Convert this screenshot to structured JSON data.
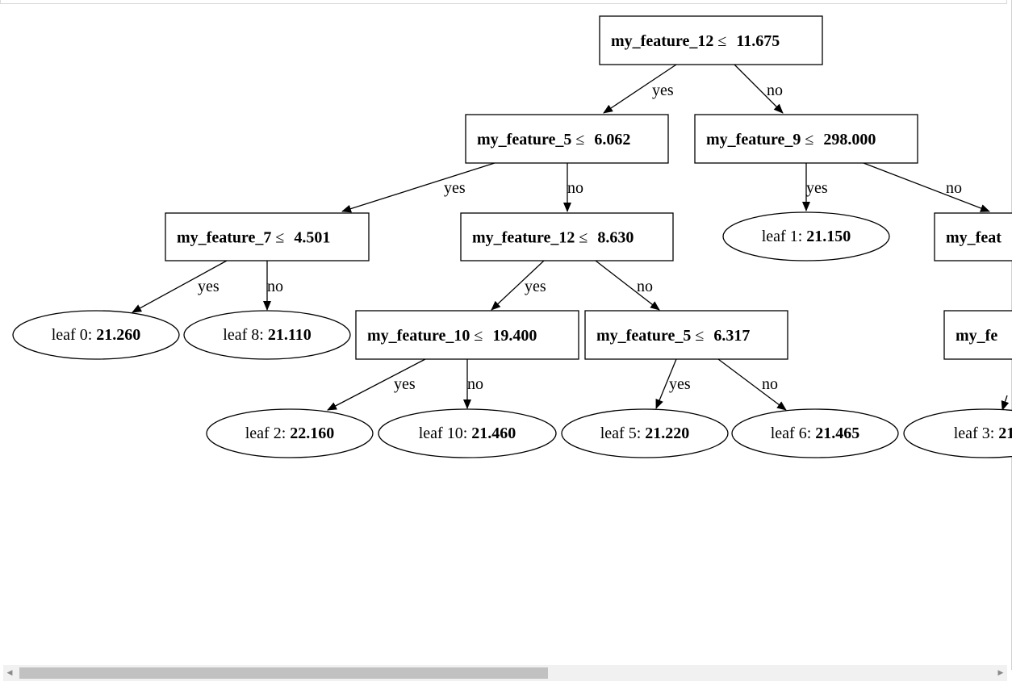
{
  "tree": {
    "nodes": [
      {
        "id": "n0",
        "kind": "split",
        "feature": "my_feature_12",
        "op": "≤",
        "threshold": "11.675"
      },
      {
        "id": "n1",
        "kind": "split",
        "feature": "my_feature_5",
        "op": "≤",
        "threshold": "6.062"
      },
      {
        "id": "n2",
        "kind": "split",
        "feature": "my_feature_9",
        "op": "≤",
        "threshold": "298.000"
      },
      {
        "id": "n3",
        "kind": "split",
        "feature": "my_feature_7",
        "op": "≤",
        "threshold": "4.501"
      },
      {
        "id": "n4",
        "kind": "split",
        "feature": "my_feature_12",
        "op": "≤",
        "threshold": "8.630"
      },
      {
        "id": "n5",
        "kind": "split",
        "feature": "my_feature_10",
        "op": "≤",
        "threshold": "19.400"
      },
      {
        "id": "n6",
        "kind": "split",
        "feature": "my_feature_5",
        "op": "≤",
        "threshold": "6.317"
      },
      {
        "id": "n7",
        "kind": "split",
        "feature": "my_feat",
        "op": "",
        "threshold": ""
      },
      {
        "id": "n8",
        "kind": "split",
        "feature": "my_fe",
        "op": "",
        "threshold": ""
      },
      {
        "id": "l0",
        "kind": "leaf",
        "label": "leaf 0:",
        "value": "21.260"
      },
      {
        "id": "l8",
        "kind": "leaf",
        "label": "leaf 8:",
        "value": "21.110"
      },
      {
        "id": "l1",
        "kind": "leaf",
        "label": "leaf 1:",
        "value": "21.150"
      },
      {
        "id": "l2",
        "kind": "leaf",
        "label": "leaf 2:",
        "value": "22.160"
      },
      {
        "id": "l10",
        "kind": "leaf",
        "label": "leaf 10:",
        "value": "21.460"
      },
      {
        "id": "l5",
        "kind": "leaf",
        "label": "leaf 5:",
        "value": "21.220"
      },
      {
        "id": "l6",
        "kind": "leaf",
        "label": "leaf 6:",
        "value": "21.465"
      },
      {
        "id": "l3",
        "kind": "leaf",
        "label": "leaf 3:",
        "value": "21."
      }
    ],
    "edges": [
      {
        "from": "n0",
        "to": "n1",
        "label": "yes"
      },
      {
        "from": "n0",
        "to": "n2",
        "label": "no"
      },
      {
        "from": "n1",
        "to": "n3",
        "label": "yes"
      },
      {
        "from": "n1",
        "to": "n4",
        "label": "no"
      },
      {
        "from": "n2",
        "to": "l1",
        "label": "yes"
      },
      {
        "from": "n2",
        "to": "n7",
        "label": "no"
      },
      {
        "from": "n3",
        "to": "l0",
        "label": "yes"
      },
      {
        "from": "n3",
        "to": "l8",
        "label": "no"
      },
      {
        "from": "n4",
        "to": "n5",
        "label": "yes"
      },
      {
        "from": "n4",
        "to": "n6",
        "label": "no"
      },
      {
        "from": "n5",
        "to": "l2",
        "label": "yes"
      },
      {
        "from": "n5",
        "to": "l10",
        "label": "no"
      },
      {
        "from": "n6",
        "to": "l5",
        "label": "yes"
      },
      {
        "from": "n6",
        "to": "l6",
        "label": "no"
      },
      {
        "from": "n8",
        "to": "l3",
        "label": ""
      }
    ]
  },
  "scrollbar": {
    "left_icon": "arrow-left-icon",
    "right_icon": "arrow-right-icon"
  }
}
